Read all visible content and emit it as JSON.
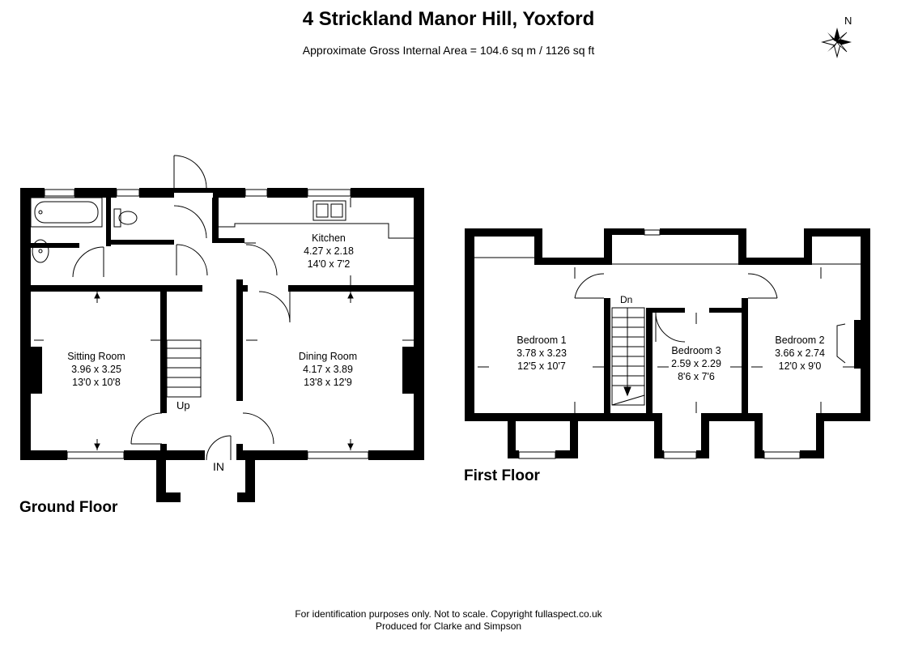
{
  "header": {
    "title": "4 Strickland Manor Hill, Yoxford",
    "subtitle": "Approximate Gross Internal Area = 104.6 sq m / 1126 sq ft",
    "compass_letter": "N"
  },
  "floors": {
    "ground": {
      "label": "Ground Floor",
      "entrance_label": "IN",
      "stairs_label": "Up",
      "rooms": [
        {
          "name": "Kitchen",
          "metric": "4.27 x 2.18",
          "imperial": "14'0 x 7'2"
        },
        {
          "name": "Sitting Room",
          "metric": "3.96 x 3.25",
          "imperial": "13'0 x 10'8"
        },
        {
          "name": "Dining Room",
          "metric": "4.17 x 3.89",
          "imperial": "13'8 x 12'9"
        }
      ]
    },
    "first": {
      "label": "First Floor",
      "stairs_label": "Dn",
      "rooms": [
        {
          "name": "Bedroom 1",
          "metric": "3.78 x 3.23",
          "imperial": "12'5 x 10'7"
        },
        {
          "name": "Bedroom 3",
          "metric": "2.59 x 2.29",
          "imperial": "8'6 x 7'6"
        },
        {
          "name": "Bedroom 2",
          "metric": "3.66 x 2.74",
          "imperial": "12'0 x 9'0"
        }
      ]
    }
  },
  "footer": {
    "line1": "For identification purposes only. Not to scale. Copyright fullaspect.co.uk",
    "line2": "Produced for Clarke and Simpson"
  },
  "colors": {
    "wall": "#000000",
    "line": "#000000",
    "background": "#ffffff"
  },
  "icons": [
    "compass-rose-icon",
    "bathtub-icon",
    "toilet-icon",
    "basin-icon",
    "sink-icon"
  ]
}
